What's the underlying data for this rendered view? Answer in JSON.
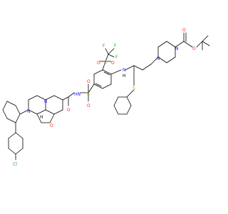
{
  "colors": {
    "bond": "#000000",
    "N": "#2020ff",
    "O": "#ff2020",
    "S": "#c8a000",
    "F": "#22aa22",
    "Cl": "#22aa22",
    "H": "#000000"
  },
  "atom_labels": {
    "f_top_left": "F",
    "f_top_right": "F",
    "f_mid": "F",
    "s_sulfonyl_1": "S",
    "o_sulfonyl_1a": "O",
    "o_sulfonyl_1b": "O",
    "nh_aniline": "N",
    "h_aniline": "H",
    "n_piperazine_1": "N",
    "n_piperazine_2": "N",
    "o_boc_1": "O",
    "o_boc_2": "O",
    "s_sulfonyl_2": "S",
    "o_sulfonyl_2a": "O",
    "o_sulfonyl_2b": "O",
    "hn_sulfonamide": "HN",
    "s_thioether": "S",
    "o_amide": "O",
    "n_bicyclic_1": "N",
    "n_bicyclic_2": "N",
    "h_bicyclic": "H",
    "o_oxazine": "O",
    "cl": "Cl"
  }
}
